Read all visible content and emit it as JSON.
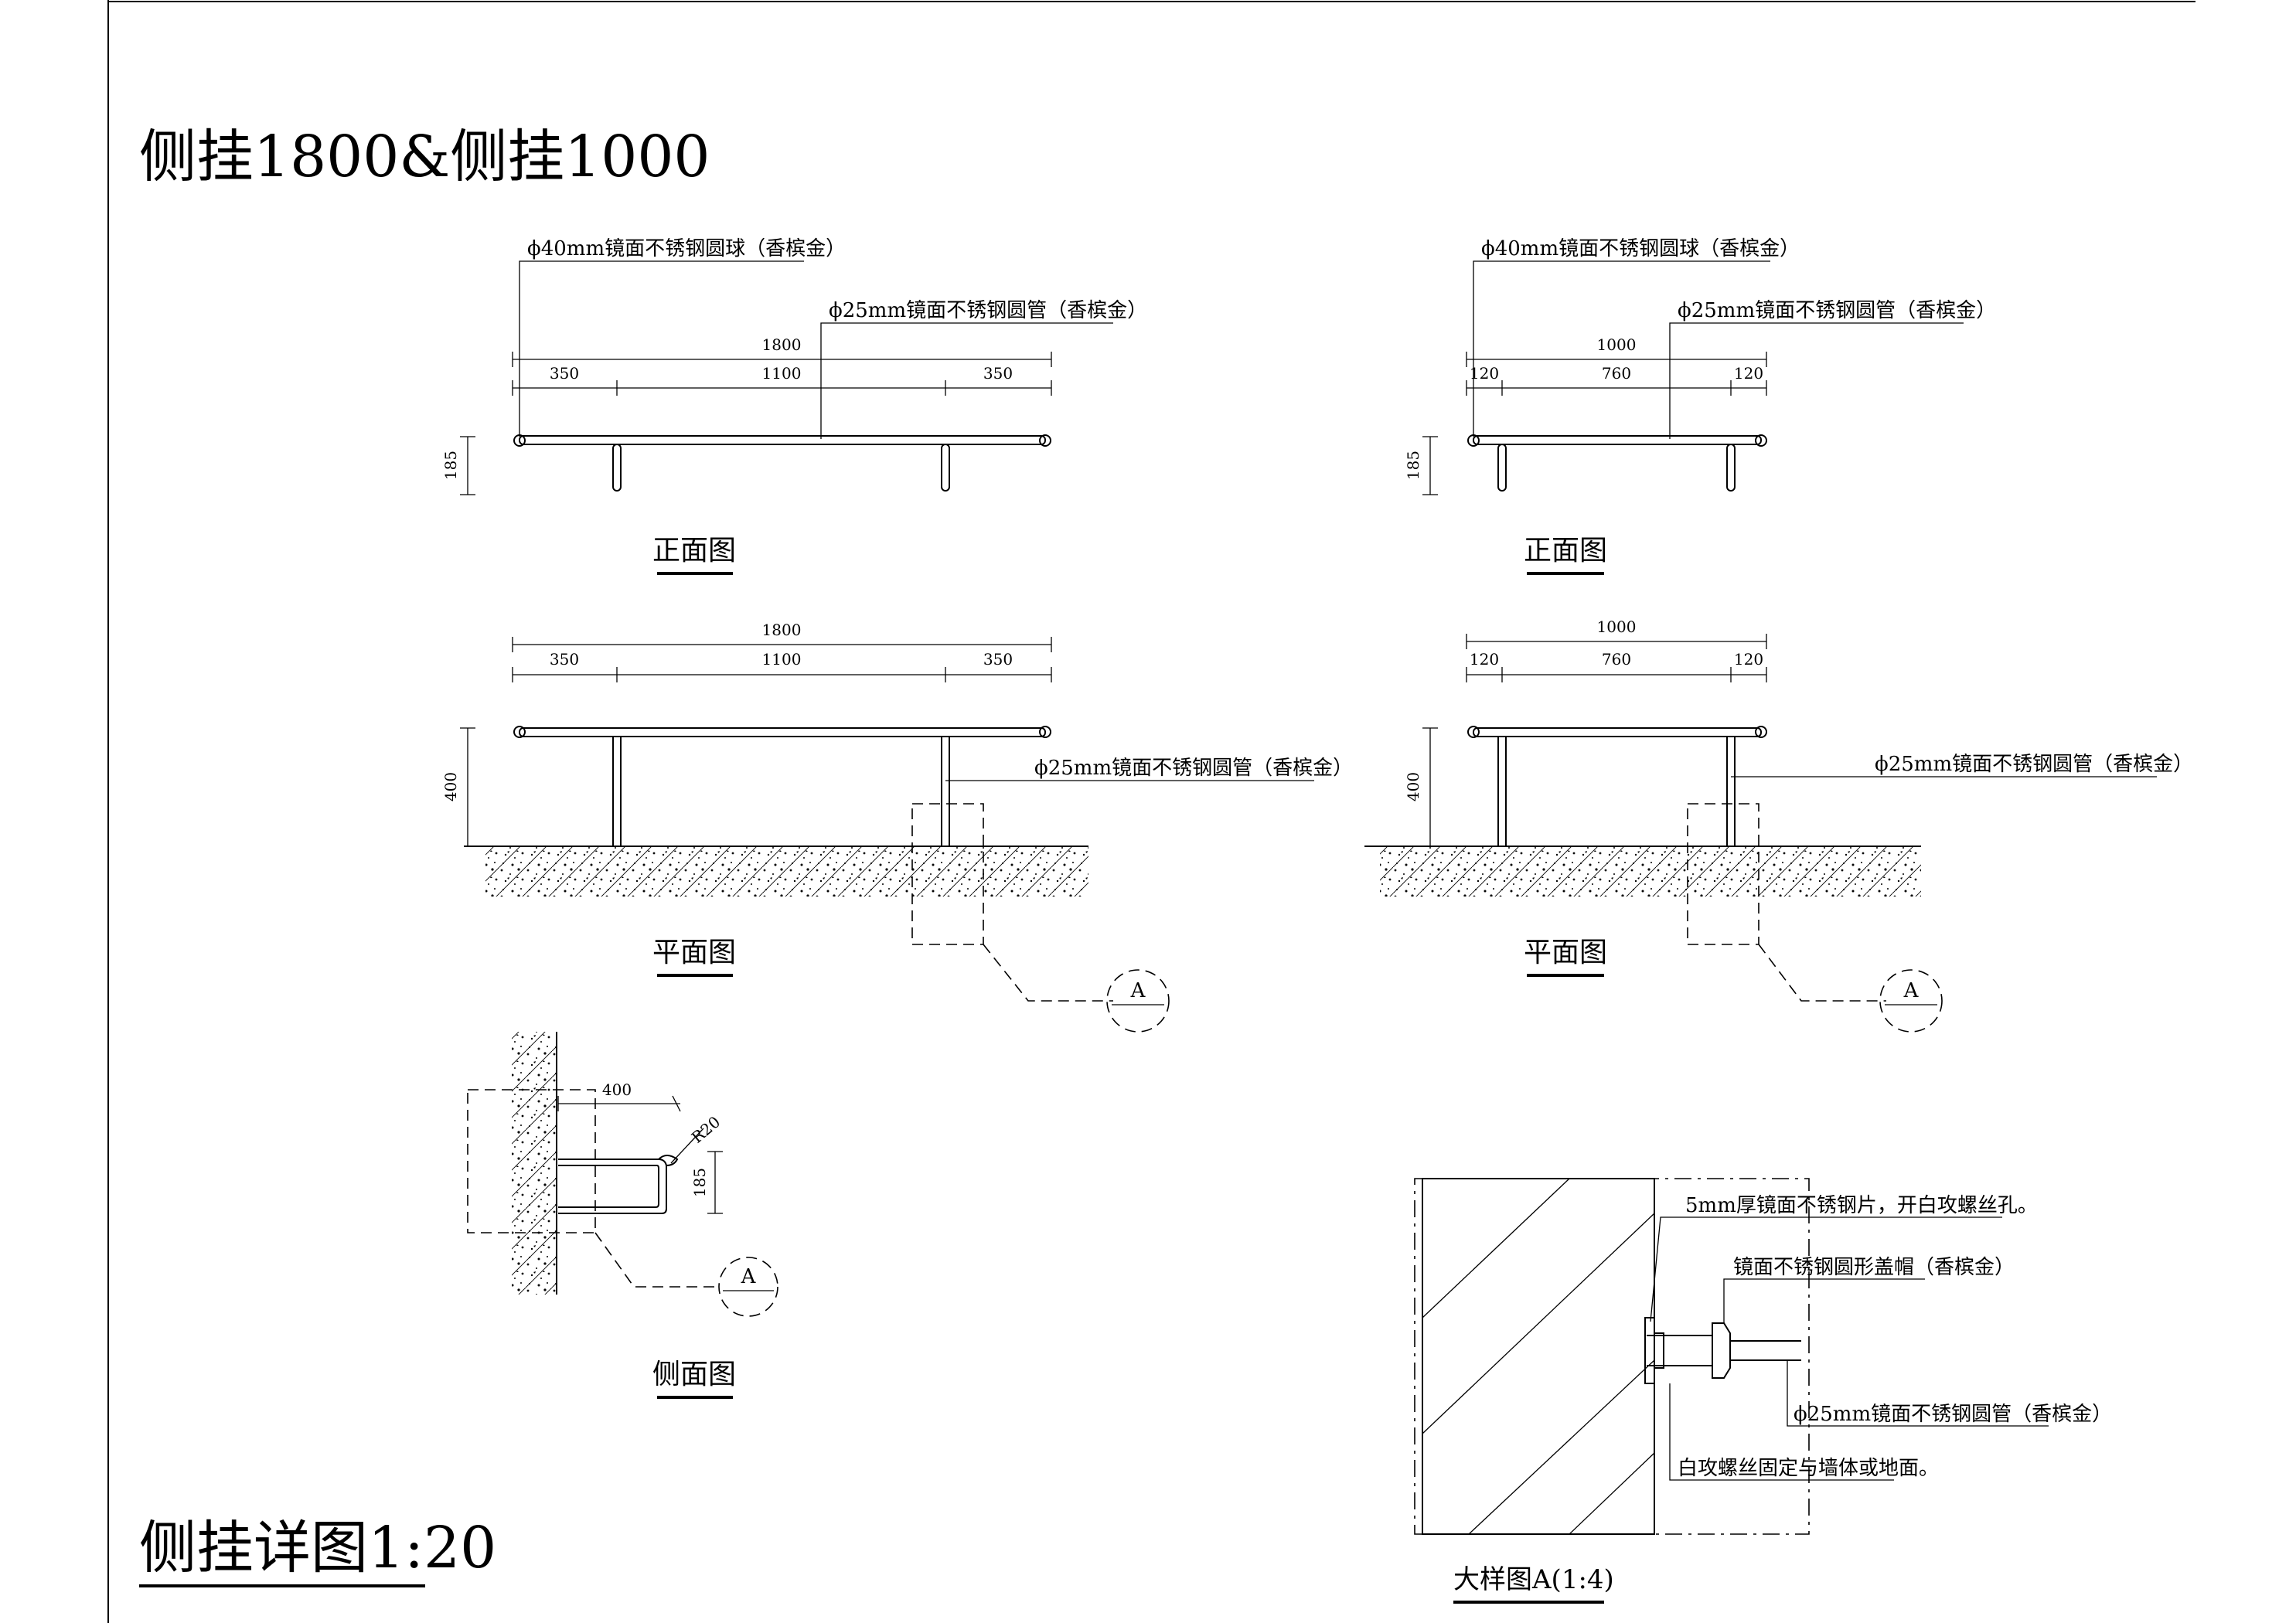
{
  "title": "侧挂1800&侧挂1000",
  "footer_title": "侧挂详图1:20",
  "left": {
    "ball_label": "ϕ40mm镜面不锈钢圆球（香槟金）",
    "pipe_label_front": "ϕ25mm镜面不锈钢圆管（香槟金）",
    "pipe_label_plan": "ϕ25mm镜面不锈钢圆管（香槟金）",
    "dim_total_front": "1800",
    "dim_segments_front": [
      "350",
      "1100",
      "350"
    ],
    "dim_height_front": "185",
    "front_caption": "正面图",
    "dim_total_plan": "1800",
    "dim_segments_plan": [
      "350",
      "1100",
      "350"
    ],
    "dim_depth_plan": "400",
    "plan_caption": "平面图",
    "detail_callout": "A"
  },
  "right": {
    "ball_label": "ϕ40mm镜面不锈钢圆球（香槟金）",
    "pipe_label_front": "ϕ25mm镜面不锈钢圆管（香槟金）",
    "pipe_label_plan": "ϕ25mm镜面不锈钢圆管（香槟金）",
    "dim_total_front": "1000",
    "dim_segments_front": [
      "120",
      "760",
      "120"
    ],
    "dim_height_front": "185",
    "front_caption": "正面图",
    "dim_total_plan": "1000",
    "dim_segments_plan": [
      "120",
      "760",
      "120"
    ],
    "dim_depth_plan": "400",
    "plan_caption": "平面图",
    "detail_callout": "A"
  },
  "side": {
    "dim_depth": "400",
    "dim_radius": "R20",
    "dim_height": "185",
    "detail_callout": "A",
    "caption": "侧面图"
  },
  "detail": {
    "plate_label": "5mm厚镜面不锈钢片，开白攻螺丝孔。",
    "cap_label": "镜面不锈钢圆形盖帽（香槟金）",
    "pipe_label": "ϕ25mm镜面不锈钢圆管（香槟金）",
    "screw_label": "白攻螺丝固定与墙体或地面。",
    "caption": "大样图A(1:4)"
  }
}
